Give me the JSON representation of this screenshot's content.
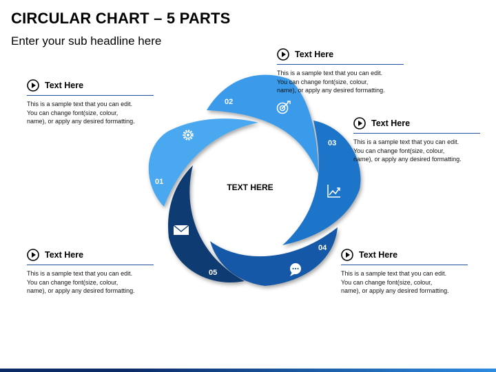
{
  "header": {
    "title": "CIRCULAR CHART – 5 PARTS",
    "subtitle": "Enter your sub headline here"
  },
  "diagram": {
    "center_label": "TEXT HERE",
    "segments": [
      {
        "number": "01",
        "icon": "gear-icon",
        "color": "#4aa8f0"
      },
      {
        "number": "02",
        "icon": "target-icon",
        "color": "#3a9bea"
      },
      {
        "number": "03",
        "icon": "growth-chart-icon",
        "color": "#1f74c8"
      },
      {
        "number": "04",
        "icon": "chat-bubble-icon",
        "color": "#1958a8"
      },
      {
        "number": "05",
        "icon": "envelope-icon",
        "color": "#0f3a72"
      }
    ]
  },
  "callouts": [
    {
      "title": "Text Here",
      "body": "This is a sample text that you can edit.\nYou can change font(size, colour,\nname), or apply any desired formatting."
    },
    {
      "title": "Text Here",
      "body": "This is a sample text that you can edit.\nYou can change font(size, colour,\nname), or apply any desired formatting."
    },
    {
      "title": "Text Here",
      "body": "This is a sample text that you can edit.\nYou can change font(size, colour,\nname), or apply any desired formatting."
    },
    {
      "title": "Text Here",
      "body": "This is a sample text that you can edit.\nYou can change font(size, colour,\nname), or apply any desired formatting."
    },
    {
      "title": "Text Here",
      "body": "This is a sample text that you can edit.\nYou can change font(size, colour,\nname), or apply any desired formatting."
    }
  ],
  "colors": {
    "rule": "#1f4e9c",
    "bottom_bar_dark": "#0a2a66",
    "bottom_bar_light": "#2d8be0"
  }
}
